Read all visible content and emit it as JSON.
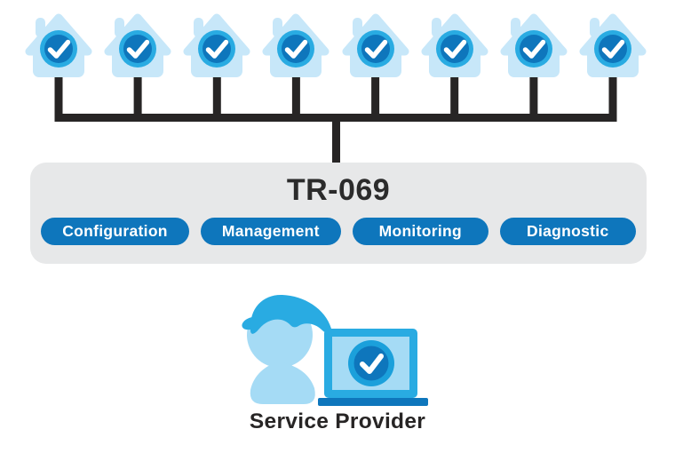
{
  "diagram": {
    "homes": {
      "count": 8,
      "icon": "home-with-checkmark"
    },
    "panel": {
      "title": "TR-069",
      "features": [
        "Configuration",
        "Management",
        "Monitoring",
        "Diagnostic"
      ]
    },
    "service_provider": {
      "label": "Service Provider",
      "icon": "person-with-laptop-checkmark"
    },
    "colors": {
      "house_light_blue": "#C7E7F9",
      "person_light_blue": "#A5DBF5",
      "accent_cyan": "#29ABE2",
      "laptop_ring_cyan": "#1BA0DB",
      "accent_dark_blue": "#0E76BC",
      "panel_gray": "#E7E8E9",
      "connector_dark": "#272525",
      "pill_blue": "#0E76BC",
      "pill_text": "#FFFFFF",
      "title_text": "#2B2B2B"
    }
  }
}
